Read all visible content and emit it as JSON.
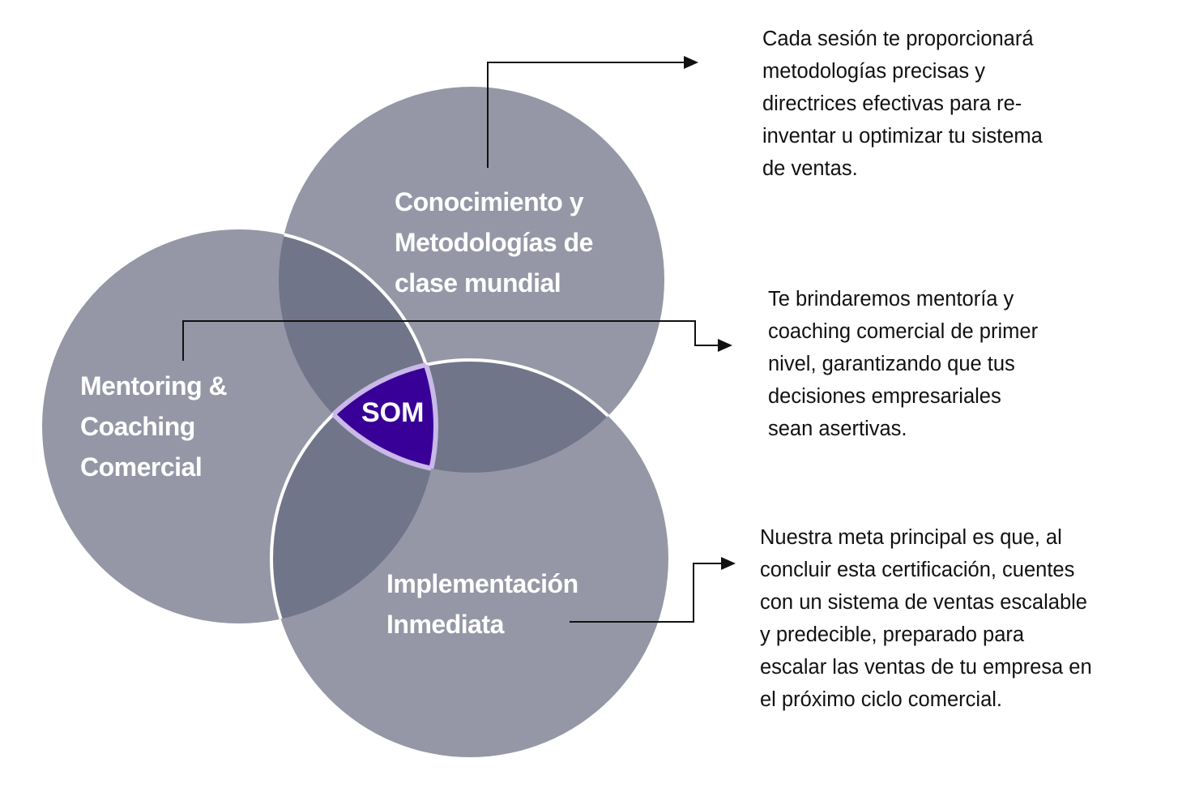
{
  "colors": {
    "circle": "#9597A6",
    "overlap": "#717589",
    "center": "#380096",
    "center_border": "#C9B8E8",
    "line": "#111111"
  },
  "center_label": "SOM",
  "circles": [
    {
      "id": "top",
      "label_lines": [
        "Conocimiento y",
        "Metodologías de",
        "clase mundial"
      ]
    },
    {
      "id": "left",
      "label_lines": [
        "Mentoring &",
        "Coaching",
        "Comercial"
      ]
    },
    {
      "id": "bottom",
      "label_lines": [
        "Implementación",
        "Inmediata"
      ]
    }
  ],
  "descriptions": [
    {
      "lines": [
        "Cada sesión te proporcionará",
        "metodologías precisas y",
        "directrices efectivas para re-",
        "inventar u optimizar tu sistema",
        "de ventas."
      ]
    },
    {
      "lines": [
        "Te brindaremos mentoría y",
        "coaching comercial de primer",
        "nivel, garantizando que tus",
        "decisiones empresariales",
        "sean asertivas."
      ]
    },
    {
      "lines": [
        "Nuestra meta principal es que, al",
        "concluir esta certificación, cuentes",
        "con un sistema de ventas escalable",
        "y predecible, preparado para",
        "escalar las ventas de tu empresa en",
        "el próximo ciclo comercial."
      ]
    }
  ]
}
